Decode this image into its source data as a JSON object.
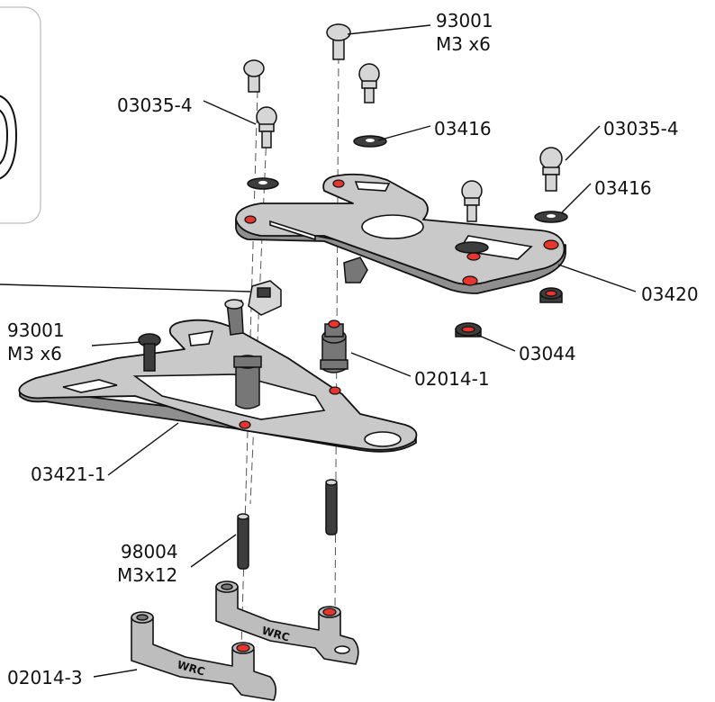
{
  "callouts": {
    "screw_top_code": "93001",
    "screw_top_size": "M3 x6",
    "ballstud_left": "03035-4",
    "washer_mid": "03416",
    "ballstud_right": "03035-4",
    "washer_right": "03416",
    "upper_plate": "03420",
    "screw_left_code": "93001",
    "screw_left_size": "M3 x6",
    "bushing": "03044",
    "standoff": "02014-1",
    "lower_plate": "03421-1",
    "pin_code": "98004",
    "pin_size": "M3x12",
    "mount": "02014-3"
  },
  "colors": {
    "accent_red": "#e6362e",
    "plate_gray": "#c9c9c9",
    "hardware_dark": "#3d3d3d"
  }
}
